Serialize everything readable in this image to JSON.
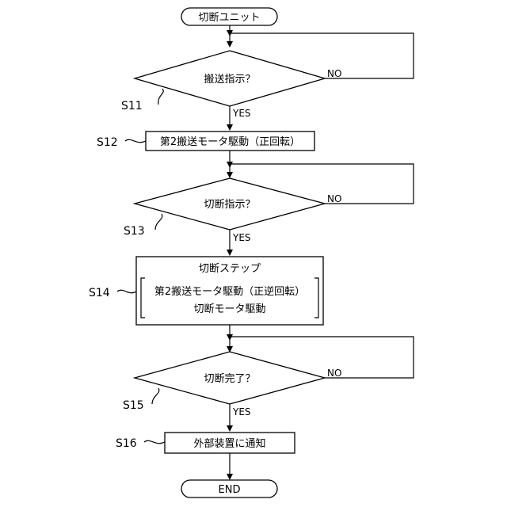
{
  "flowchart": {
    "start": "切断ユニット",
    "end": "END",
    "yes_label": "YES",
    "no_label": "NO",
    "s11": {
      "step": "S11",
      "text": "搬送指示？"
    },
    "s12": {
      "step": "S12",
      "text": "第2搬送モータ駆動（正回転）"
    },
    "s13": {
      "step": "S13",
      "text": "切断指示？"
    },
    "s14": {
      "step": "S14",
      "title": "切断ステップ",
      "line1": "第2搬送モータ駆動（正逆回転）",
      "line2": "切断モータ駆動"
    },
    "s15": {
      "step": "S15",
      "text": "切断完了？"
    },
    "s16": {
      "step": "S16",
      "text": "外部装置に通知"
    }
  }
}
